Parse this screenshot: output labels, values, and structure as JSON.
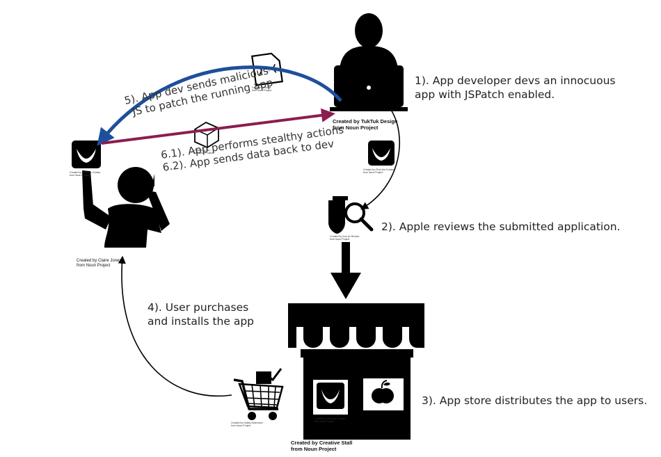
{
  "steps": {
    "step1_line1": "1). App developer devs an innocuous",
    "step1_line2": "app with JSPatch enabled.",
    "step2": "2). Apple reviews the submitted application.",
    "step3": "3). App store distributes the app to users.",
    "step4_line1": "4). User purchases",
    "step4_line2": "and installs the app",
    "step5_line1": "5). App dev sends malicious",
    "step5_line2": "JS to patch the running app",
    "step6_line1": "6.1). App performs stealthy actions",
    "step6_line2": "6.2). App sends data back to dev"
  },
  "credits": {
    "developer_line1": "Created by TukTuk Design",
    "developer_line2": "from Noun Project",
    "user_line1": "Created by Claire Jones",
    "user_line2": "from Noun Project",
    "store_line1": "Created by Creative Stall",
    "store_line2": "from Noun Project",
    "cart_line1": "Created by Hobby Nesmonko",
    "cart_line2": "from Noun Project",
    "app_icon_line1": "Created by Pixel-the-Creator",
    "app_icon_line2": "from Noun Project",
    "review_line1": "Created by Icon for Review",
    "review_line2": "from Noun Project",
    "script_line1": "Created by Script",
    "script_line2": "from Noun Project",
    "box_line1": "Created by Box",
    "box_line2": "from Noun Project"
  },
  "colors": {
    "blue_arrow": "#1e4f9c",
    "red_arrow": "#8c1d4f",
    "icon": "#000000"
  },
  "icons": [
    "developer-icon",
    "laptop-icon",
    "app-icon",
    "user-icon",
    "review-icon",
    "store-icon",
    "apple-icon",
    "cart-icon",
    "script-icon",
    "box-icon"
  ]
}
